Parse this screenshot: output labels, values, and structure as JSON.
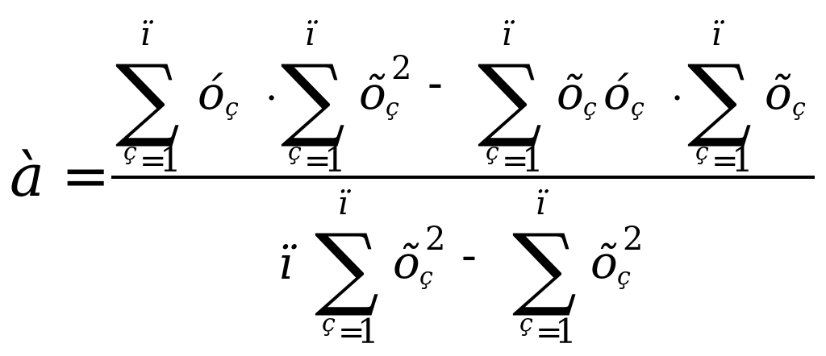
{
  "formula": {
    "lhs": "à",
    "equals": "=",
    "numerator": {
      "sum1": {
        "upper": "ï",
        "lower_var": "ç",
        "lower_eq": "=",
        "lower_val": "1",
        "term_base": "ó",
        "term_sub": "ç"
      },
      "dot1": "·",
      "sum2": {
        "upper": "ï",
        "lower_var": "ç",
        "lower_eq": "=",
        "lower_val": "1",
        "term_base": "õ",
        "term_sub": "ç",
        "term_exp": "2"
      },
      "minus": "-",
      "sum3": {
        "upper": "ï",
        "lower_var": "ç",
        "lower_eq": "=",
        "lower_val": "1",
        "term1_base": "õ",
        "term1_sub": "ç",
        "term2_base": "ó",
        "term2_sub": "ç"
      },
      "dot2": "·",
      "sum4": {
        "upper": "ï",
        "lower_var": "ç",
        "lower_eq": "=",
        "lower_val": "1",
        "term_base": "õ",
        "term_sub": "ç"
      }
    },
    "denominator": {
      "coef": "ï",
      "sum1": {
        "upper": "ï",
        "lower_var": "ç",
        "lower_eq": "=",
        "lower_val": "1",
        "term_base": "õ",
        "term_sub": "ç",
        "term_exp": "2"
      },
      "minus": "-",
      "sum2": {
        "upper": "ï",
        "lower_var": "ç",
        "lower_eq": "=",
        "lower_val": "1",
        "term_base": "õ",
        "term_sub": "ç",
        "term_exp": "2"
      }
    },
    "sigma": "∑"
  }
}
